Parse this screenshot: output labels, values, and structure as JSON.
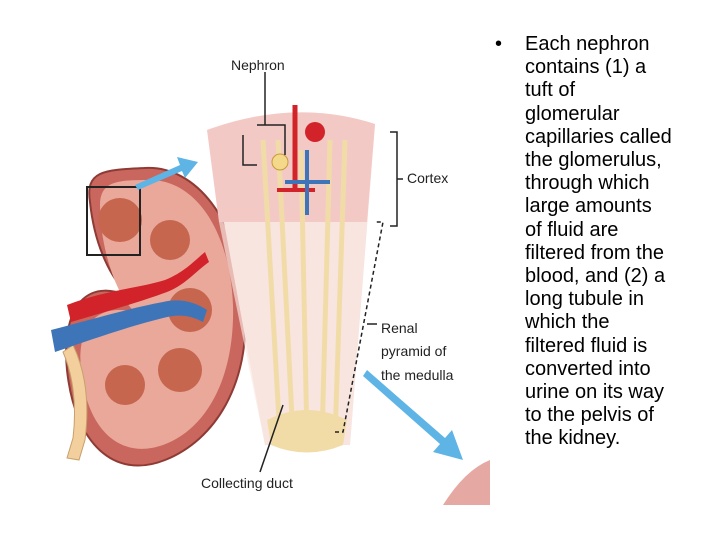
{
  "figure": {
    "labels": {
      "nephron": "Nephron",
      "cortex": "Cortex",
      "renal_pyramid": [
        "Renal",
        "pyramid of",
        "the medulla"
      ],
      "collecting_duct": "Collecting duct"
    }
  },
  "bullet": {
    "marker": "•",
    "lines": [
      "Each nephron",
      "contains (1) a",
      "tuft of",
      "glomerular",
      "capillaries called",
      "the glomerulus,",
      "through which",
      "large amounts",
      "of fluid are",
      "filtered from the",
      "blood, and (2) a",
      "long tubule in",
      "which the",
      "filtered fluid is",
      "converted into",
      "urine on its way",
      "to the pelvis of",
      "the kidney."
    ]
  },
  "colors": {
    "kidney_outer": "#c9675e",
    "kidney_cortex": "#e9a89a",
    "pyramid": "#c6664f",
    "artery": "#d2232a",
    "vein": "#3e75b8",
    "ureter": "#f2cf9d",
    "wedge_top": "#f3c9c6",
    "wedge_bottom": "#f7e0dc",
    "arrow": "#5fb4e6",
    "tubule": "#f1dca8"
  }
}
